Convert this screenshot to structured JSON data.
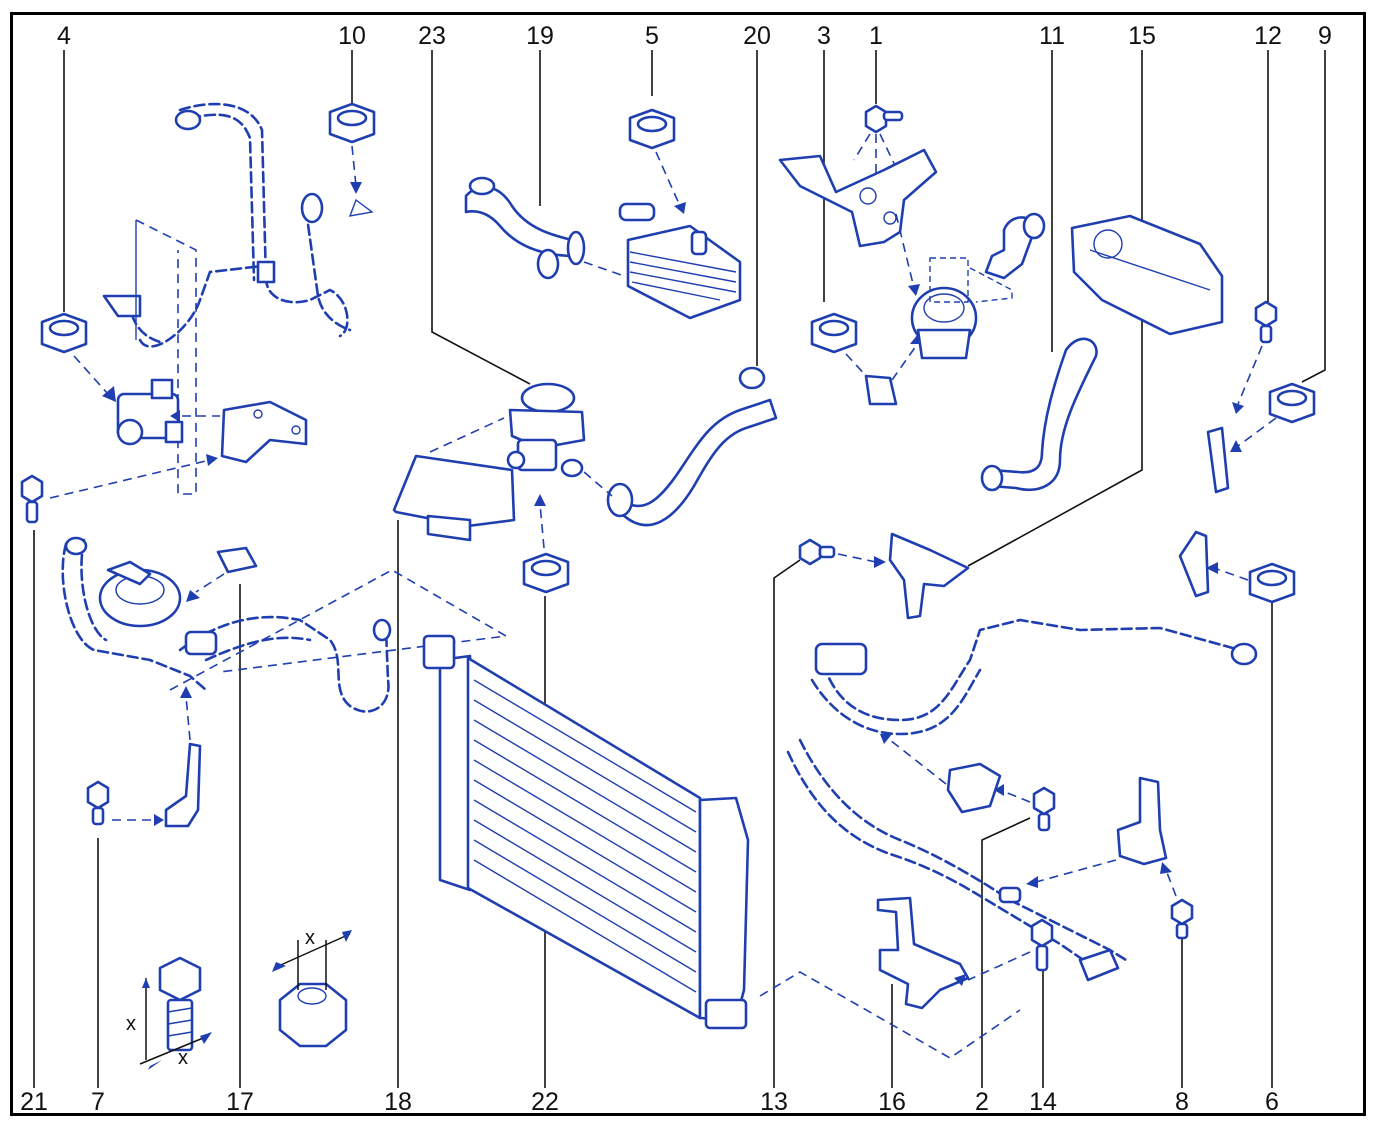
{
  "diagram": {
    "top_labels": [
      "4",
      "10",
      "23",
      "19",
      "5",
      "20",
      "3",
      "1",
      "11",
      "15",
      "12",
      "9"
    ],
    "bottom_labels": [
      "21",
      "7",
      "17",
      "18",
      "22",
      "13",
      "16",
      "2",
      "14",
      "8",
      "6"
    ],
    "dimension_symbol": "x",
    "colors": {
      "line_art": "#1f3fb0",
      "labels": "#111111",
      "frame": "#000000",
      "background": "#ffffff"
    }
  }
}
